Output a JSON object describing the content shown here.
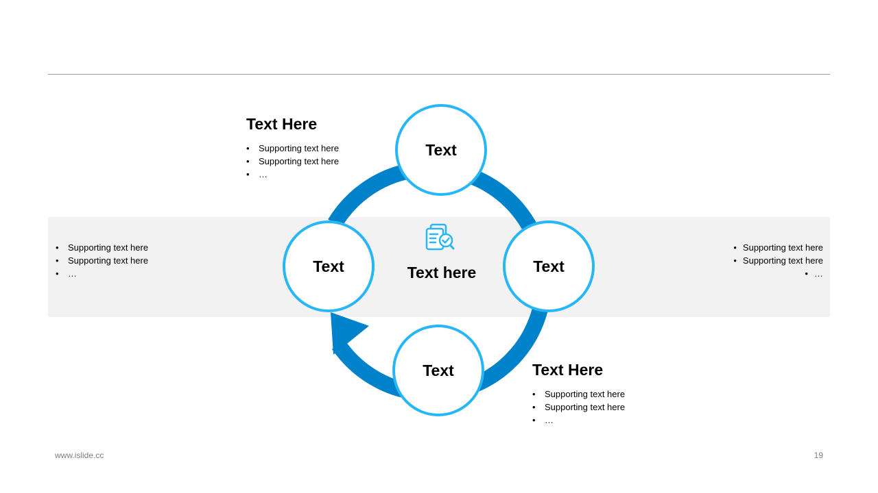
{
  "colors": {
    "ring": "#0082ca",
    "node_border": "#29b6f6",
    "band": "#f2f2f2",
    "rule": "#9a9a9a",
    "footer_text": "#7f7f7f"
  },
  "center": {
    "icon": "document-search-icon",
    "title": "Text here"
  },
  "nodes": {
    "top": "Text",
    "left": "Text",
    "right": "Text",
    "bottom": "Text"
  },
  "top_block": {
    "title": "Text Here",
    "bullets": [
      "Supporting text here",
      "Supporting text here",
      "…"
    ]
  },
  "left_block": {
    "bullets": [
      "Supporting text here",
      "Supporting text here",
      "…"
    ]
  },
  "right_block": {
    "bullets": [
      "Supporting text here",
      "Supporting text here",
      "…"
    ]
  },
  "bottom_block": {
    "title": "Text Here",
    "bullets": [
      "Supporting text here",
      "Supporting text here",
      "…"
    ]
  },
  "footer": {
    "website": "www.islide.cc",
    "page_number": "19"
  }
}
